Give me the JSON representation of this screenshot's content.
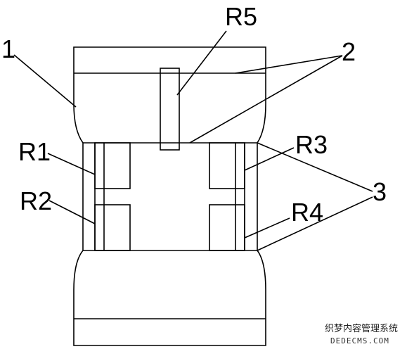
{
  "labels": {
    "body": "1",
    "part2": "2",
    "part3": "3",
    "r1": "R1",
    "r2": "R2",
    "r3": "R3",
    "r4": "R4",
    "r5": "R5"
  },
  "watermark": {
    "line1": "织梦内容管理系统",
    "line2": "DEDECMS.COM"
  },
  "colors": {
    "stroke": "#000000",
    "background": "#ffffff"
  }
}
